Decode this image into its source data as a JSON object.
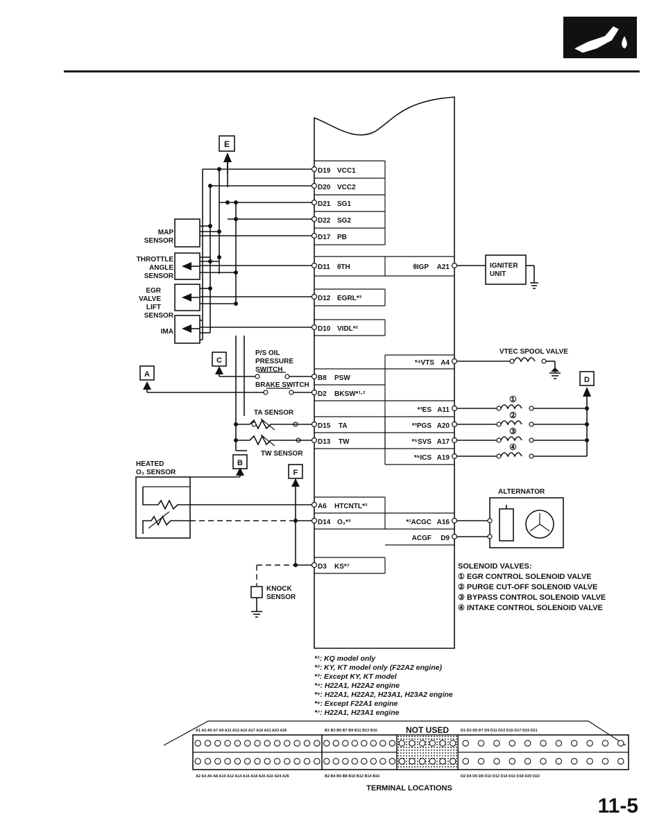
{
  "ecm_pins_left": [
    {
      "pin": "D19",
      "name": "VCC1"
    },
    {
      "pin": "D20",
      "name": "VCC2"
    },
    {
      "pin": "D21",
      "name": "SG1"
    },
    {
      "pin": "D22",
      "name": "SG2"
    },
    {
      "pin": "D17",
      "name": "PB"
    },
    {
      "pin": "D11",
      "name": "θTH"
    },
    {
      "pin": "D12",
      "name": "EGRL*³"
    },
    {
      "pin": "D10",
      "name": "VIDL*²"
    },
    {
      "pin": "B8",
      "name": "PSW"
    },
    {
      "pin": "D2",
      "name": "BKSW*¹·²"
    },
    {
      "pin": "D15",
      "name": "TA"
    },
    {
      "pin": "D13",
      "name": "TW"
    },
    {
      "pin": "A6",
      "name": "HTCNTL*³"
    },
    {
      "pin": "D14",
      "name": "O₂*³"
    },
    {
      "pin": "D3",
      "name": "KS*⁷"
    }
  ],
  "ecm_pins_right": [
    {
      "name": "θIGP",
      "pin": "A21"
    },
    {
      "name": "*⁴VTS",
      "pin": "A4"
    },
    {
      "name": "*³ES",
      "pin": "A11"
    },
    {
      "name": "*³PGS",
      "pin": "A20"
    },
    {
      "name": "*⁵SVS",
      "pin": "A17"
    },
    {
      "name": "*⁶ICS",
      "pin": "A19"
    },
    {
      "name": "*¹ACGC",
      "pin": "A16"
    },
    {
      "name": "ACGF",
      "pin": "D9"
    }
  ],
  "components": {
    "map_sensor": [
      "MAP",
      "SENSOR"
    ],
    "throttle_sensor": [
      "THROTTLE",
      "ANGLE",
      "SENSOR"
    ],
    "egr_sensor": [
      "EGR",
      "VALVE",
      "LIFT",
      "SENSOR"
    ],
    "ima": "IMA",
    "ps_switch": [
      "P/S OIL",
      "PRESSURE",
      "SWITCH"
    ],
    "brake_switch": "BRAKE SWITCH",
    "ta_sensor": "TA SENSOR",
    "tw_sensor": "TW SENSOR",
    "heated_o2": [
      "HEATED",
      "O₂ SENSOR"
    ],
    "knock": [
      "KNOCK",
      "SENSOR"
    ],
    "igniter": [
      "IGNITER",
      "UNIT"
    ],
    "vtec": "VTEC SPOOL VALVE",
    "alternator": "ALTERNATOR",
    "solenoid_nums": [
      "①",
      "②",
      "③",
      "④"
    ]
  },
  "connectors": [
    "E",
    "C",
    "A",
    "D",
    "B",
    "F"
  ],
  "solenoid_legend": {
    "title": "SOLENOID VALVES:",
    "items": [
      "① EGR CONTROL SOLENOID VALVE",
      "② PURGE CUT-OFF SOLENOID VALVE",
      "③ BYPASS CONTROL SOLENOID VALVE",
      "④ INTAKE CONTROL SOLENOID VALVE"
    ]
  },
  "footnotes": [
    "*¹: KQ model only",
    "*²: KY, KT model only (F22A2 engine)",
    "*³: Except KY, KT model",
    "*⁴: H22A1, H22A2 engine",
    "*⁵: H22A1, H22A2, H23A1, H23A2 engine",
    "*⁶: Except F22A1 engine",
    "*⁷: H22A1, H23A1 engine"
  ],
  "terminal": {
    "not_used": "NOT USED",
    "caption": "TERMINAL LOCATIONS",
    "top_a": "A1 A3 A5 A7 A9 A11 A13 A15 A17 A19 A21 A23 A25",
    "top_b": "B1 B3 B5 B7 B9 B11 B13 B15",
    "top_d": "D1 D3 D5 D7 D9 D11 D13 D15 D17 D19 D21",
    "bot_a": "A2 A4 A6 A8 A10 A12 A14 A16 A18 A20 A22 A24 A26",
    "bot_b": "B2 B4 B6 B8 B10 B12 B14 B16",
    "bot_d": "D2 D4 D6 D8 D10 D12 D14 D16 D18 D20 D22"
  },
  "page_number": "11-5"
}
